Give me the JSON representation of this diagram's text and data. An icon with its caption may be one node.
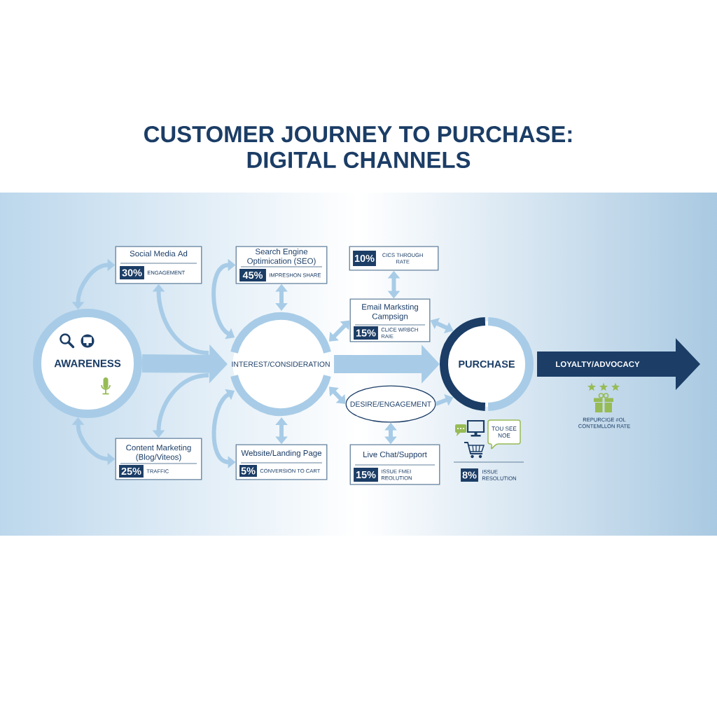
{
  "diagram": {
    "title": "CUSTOMER JOURNEY TO PURCHASE: DIGITAL CHANNELS",
    "nodes": [
      {
        "text": [
          "AWARENESS"
        ]
      },
      {
        "text": [
          "Social Media Ad",
          "30%",
          "ENGAGEMENT"
        ]
      },
      {
        "text": [
          "Content Marketing (Blog/Viteos)",
          "25%",
          "TRAFFIC"
        ]
      },
      {
        "text": [
          "INTEREST/CONSIDERATION"
        ]
      },
      {
        "text": [
          "Search Engine Optimication (SEO)",
          "45%",
          "IMPRESHON SHARE"
        ]
      },
      {
        "text": [
          "Website/Landing Page",
          "5%",
          "CONVERSION TO CART"
        ]
      },
      {
        "text": [
          "10%",
          "CICS THROUGH RATE"
        ]
      },
      {
        "text": [
          "Email Marksting Campsign",
          "15%",
          "CLICE WRBCH RAIE"
        ]
      },
      {
        "text": [
          "DESIRE/ENGAGEMENT"
        ]
      },
      {
        "text": [
          "Live Chat/Support",
          "15%",
          "ISSUE FMEI REOLUTION"
        ]
      },
      {
        "text": [
          "PURCHASE"
        ]
      },
      {
        "text": [
          "LOYALTY/ADVOCACY"
        ]
      },
      {
        "text": [
          "TOU SEE NOE"
        ]
      },
      {
        "text": [
          "8%"
        ],
        "beside": [
          "ISSUE RESOLUTION"
        ]
      }
    ],
    "edges": [
      {
        "from": 0,
        "to": 1,
        "arrow": "both"
      },
      {
        "from": 0,
        "to": 2,
        "arrow": "both"
      },
      {
        "from": 0,
        "to": 3,
        "arrow": "to",
        "style": "thick"
      },
      {
        "from": 1,
        "to": 3,
        "arrow": "both"
      },
      {
        "from": 2,
        "to": 3,
        "arrow": "both"
      },
      {
        "from": 4,
        "to": 3,
        "arrow": "both"
      },
      {
        "from": 4,
        "to": 3,
        "arrow": "both"
      },
      {
        "from": 3,
        "to": 5,
        "arrow": "both"
      },
      {
        "from": 3,
        "to": 5,
        "arrow": "both"
      },
      {
        "from": 3,
        "to": 7,
        "arrow": "both"
      },
      {
        "from": 6,
        "to": 7,
        "arrow": "both"
      },
      {
        "from": 7,
        "to": 10,
        "arrow": "both"
      },
      {
        "from": 3,
        "to": 10,
        "arrow": "to",
        "style": "thick"
      },
      {
        "from": 3,
        "to": 8,
        "arrow": "both"
      },
      {
        "from": 8,
        "to": 10,
        "arrow": "to"
      },
      {
        "from": 8,
        "to": 9,
        "arrow": "both"
      }
    ],
    "labels": [
      "REPURCIGE #OL CONTEMLLON RATE"
    ]
  }
}
